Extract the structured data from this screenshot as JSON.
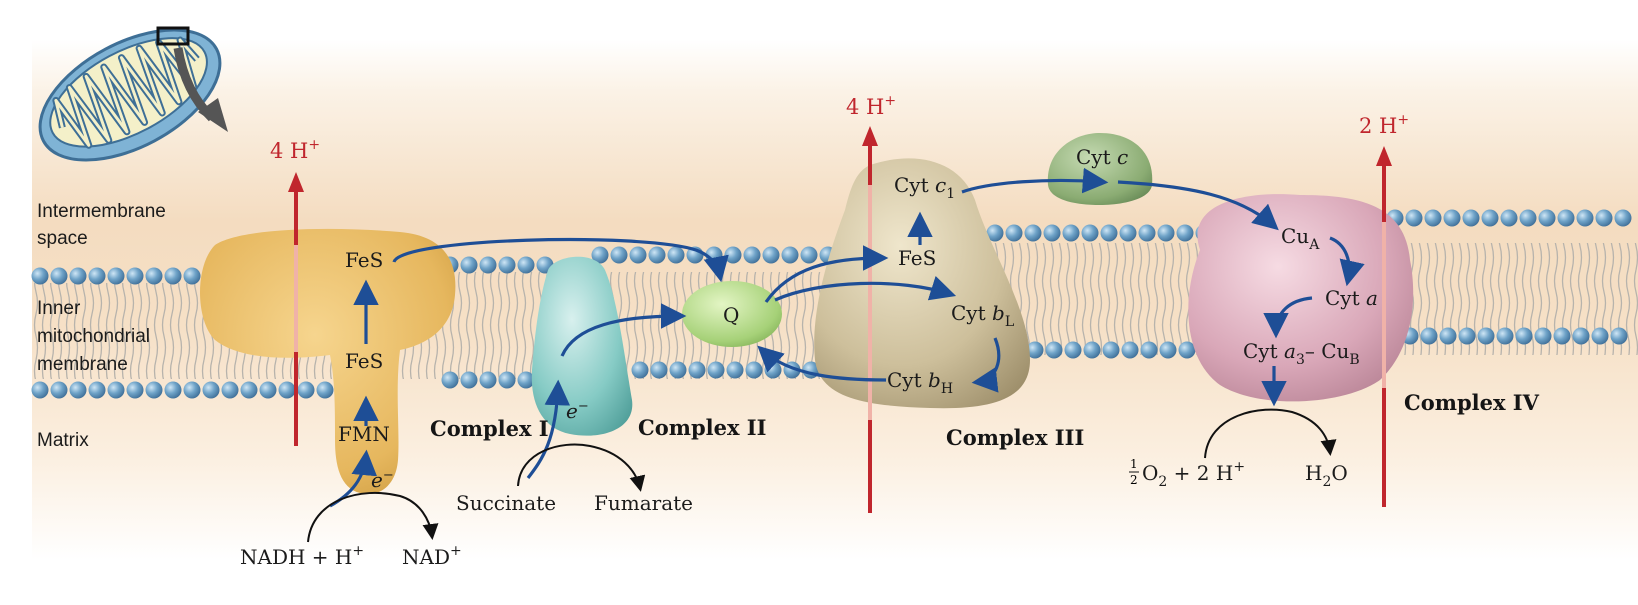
{
  "regions": {
    "intermembrane": [
      "Intermembrane",
      "space"
    ],
    "inner_membrane": [
      "Inner",
      "mitochondrial",
      "membrane"
    ],
    "matrix": "Matrix"
  },
  "complexes": {
    "c1": "Complex I",
    "c2": "Complex II",
    "c3": "Complex III",
    "c4": "Complex IV"
  },
  "protons": {
    "c1": {
      "count": "4 H",
      "sup": "+"
    },
    "c3": {
      "count": "4 H",
      "sup": "+"
    },
    "c4": {
      "count": "2 H",
      "sup": "+"
    }
  },
  "carriers": {
    "fes_top": "FeS",
    "fes_mid": "FeS",
    "fmn": "FMN",
    "e_c1": {
      "main": "e",
      "sup": "−"
    },
    "e_c2": {
      "main": "e",
      "sup": "−"
    },
    "q": "Q",
    "fes_c3": "FeS",
    "cyt_c1": {
      "main": "Cyt ",
      "ital": "c",
      "sub": "1"
    },
    "cyt_bL": {
      "main": "Cyt ",
      "ital": "b",
      "sub": "L"
    },
    "cyt_bH": {
      "main": "Cyt ",
      "ital": "b",
      "sub": "H"
    },
    "cyt_c": {
      "main": "Cyt ",
      "ital": "c"
    },
    "cuA": {
      "main": "Cu",
      "sub": "A"
    },
    "cyt_a": {
      "main": "Cyt ",
      "ital": "a"
    },
    "cyt_a3_cuB": {
      "main": "Cyt ",
      "ital": "a",
      "sub": "3",
      "mid": "– Cu",
      "sub2": "B"
    }
  },
  "substrates": {
    "nadh": {
      "main": "NADH + H",
      "sup": "+"
    },
    "nad": {
      "main": "NAD",
      "sup": "+"
    },
    "succinate": "Succinate",
    "fumarate": "Fumarate",
    "o2": {
      "num": "1",
      "den": "2",
      "main": "O",
      "sub": "2",
      "rest": " + 2 H",
      "sup": "+"
    },
    "h2o": {
      "main": "H",
      "sub": "2",
      "rest": "O"
    }
  },
  "colors": {
    "proton_arrow": "#c0262d",
    "electron_arrow": "#1e4e96",
    "lipid_head": "#6a9fc4",
    "complex1": "#e8bf6a",
    "complex2": "#7fc7c2",
    "complex3": "#cdbf9b",
    "complex4": "#d7a5b6",
    "cyt_c": "#8bac73",
    "q": "#a8d47a"
  }
}
